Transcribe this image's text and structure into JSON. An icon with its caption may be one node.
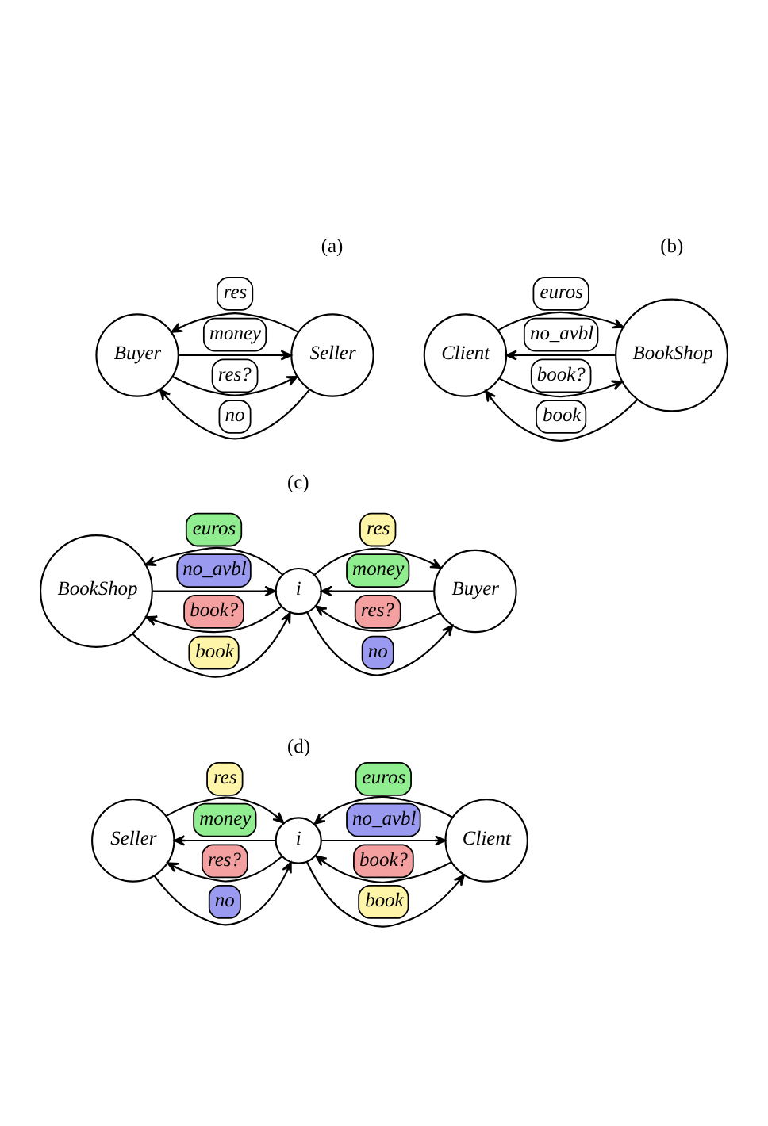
{
  "diagram": {
    "nodes": [
      {
        "text": [
          "Buyer"
        ]
      },
      {
        "text": [
          "Seller"
        ]
      },
      {
        "text": [
          "Client"
        ]
      },
      {
        "text": [
          "BookShop"
        ]
      },
      {
        "text": [
          "Buyer"
        ]
      },
      {
        "text": [
          "i"
        ]
      },
      {
        "text": [
          "BookShop"
        ]
      },
      {
        "text": [
          "Client"
        ]
      },
      {
        "text": [
          "i"
        ]
      },
      {
        "text": [
          "Seller"
        ]
      }
    ],
    "edges": [
      {
        "from": 0,
        "to": 1,
        "arrow": "to",
        "label": "money"
      },
      {
        "from": 0,
        "to": 1,
        "arrow": "to",
        "label": "res?"
      },
      {
        "from": 1,
        "to": 0,
        "arrow": "to",
        "label": "res"
      },
      {
        "from": 1,
        "to": 0,
        "arrow": "to",
        "label": "no"
      },
      {
        "from": 2,
        "to": 3,
        "arrow": "to",
        "label": "euros"
      },
      {
        "from": 2,
        "to": 3,
        "arrow": "to",
        "label": "book?"
      },
      {
        "from": 3,
        "to": 2,
        "arrow": "to",
        "label": "book"
      },
      {
        "from": 3,
        "to": 2,
        "arrow": "to",
        "label": "no_avbl"
      },
      {
        "from": 4,
        "to": 5,
        "arrow": "to",
        "label": "money"
      },
      {
        "from": 5,
        "to": 6,
        "arrow": "to",
        "label": "euros"
      },
      {
        "from": 4,
        "to": 5,
        "arrow": "to",
        "label": "res?"
      },
      {
        "from": 5,
        "to": 6,
        "arrow": "to",
        "label": "book?"
      },
      {
        "from": 6,
        "to": 5,
        "arrow": "to",
        "label": "book"
      },
      {
        "from": 5,
        "to": 4,
        "arrow": "to",
        "label": "res"
      },
      {
        "from": 6,
        "to": 5,
        "arrow": "to",
        "label": "no_avbl"
      },
      {
        "from": 5,
        "to": 4,
        "arrow": "to",
        "label": "no"
      },
      {
        "from": 7,
        "to": 8,
        "arrow": "to",
        "label": "euros"
      },
      {
        "from": 8,
        "to": 9,
        "arrow": "to",
        "label": "money"
      },
      {
        "from": 7,
        "to": 8,
        "arrow": "to",
        "label": "book?"
      },
      {
        "from": 8,
        "to": 9,
        "arrow": "to",
        "label": "res?"
      },
      {
        "from": 9,
        "to": 8,
        "arrow": "to",
        "label": "res"
      },
      {
        "from": 8,
        "to": 7,
        "arrow": "to",
        "label": "book"
      },
      {
        "from": 9,
        "to": 8,
        "arrow": "to",
        "label": "no"
      },
      {
        "from": 8,
        "to": 7,
        "arrow": "to",
        "label": "no_avbl"
      }
    ],
    "labels": [
      "(a)",
      "(b)",
      "(c)",
      "(d)"
    ]
  }
}
